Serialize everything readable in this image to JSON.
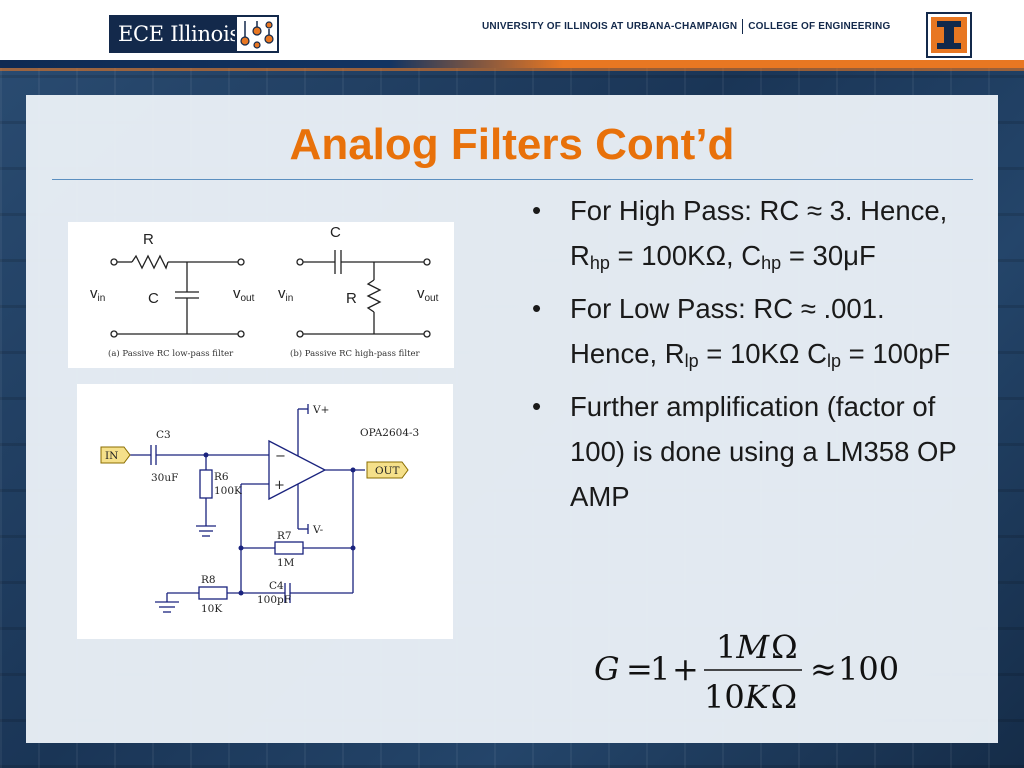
{
  "header": {
    "logo_text": "ECE Illinois",
    "university": "UNIVERSITY OF ILLINOIS AT URBANA-CHAMPAIGN",
    "college": "COLLEGE OF ENGINEERING",
    "block_i": "I"
  },
  "slide": {
    "title": "Analog Filters Cont’d",
    "bullets": [
      {
        "pre": "For High Pass:  RC ≈ 3. Hence, R",
        "s1": "hp",
        "mid": " = 100KΩ, C",
        "s2": "hp",
        "post": " = 30μF"
      },
      {
        "pre": "For Low Pass: RC ≈ .001. Hence, R",
        "s1": "lp",
        "mid": " = 10KΩ C",
        "s2": "lp",
        "post": " = 100pF"
      },
      {
        "text": "Further amplification (factor of 100) is done using a LM358 OP AMP"
      }
    ],
    "formula": {
      "lhs": "G",
      "eq": "=",
      "one": "1",
      "plus": "+",
      "num": "1MΩ",
      "num_a": "1",
      "num_b": "M",
      "num_c": "Ω",
      "den_a": "10",
      "den_b": "K",
      "den_c": "Ω",
      "approx": "≈",
      "result": "100"
    }
  },
  "fig_rc": {
    "lp": {
      "r": "R",
      "c": "C",
      "vin": "v",
      "vin_sub": "in",
      "vout": "v",
      "vout_sub": "out",
      "caption": "(a) Passive RC low-pass filter"
    },
    "hp": {
      "r": "R",
      "c": "C",
      "vin": "v",
      "vin_sub": "in",
      "vout": "v",
      "vout_sub": "out",
      "caption": "(b) Passive RC high-pass filter"
    }
  },
  "fig_opamp": {
    "part": "OPA2604-3",
    "in_label": "IN",
    "out_label": "OUT",
    "vplus": "V+",
    "vminus": "V-",
    "minus_sign": "−",
    "plus_sign": "+",
    "c3": "C3",
    "c3_val": "30uF",
    "r6": "R6",
    "r6_val": "100K",
    "r7": "R7",
    "r7_val": "1M",
    "r8": "R8",
    "r8_val": "10K",
    "c4": "C4",
    "c4_val": "100pF"
  }
}
